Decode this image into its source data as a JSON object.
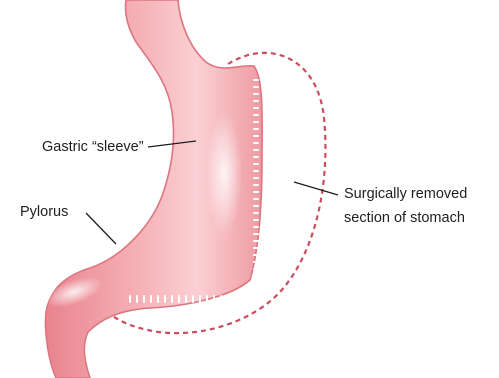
{
  "labels": {
    "sleeve": "Gastric “sleeve”",
    "pylorus": "Pylorus",
    "removed_line1": "Surgically removed",
    "removed_line2": "section of stomach"
  },
  "colors": {
    "stomach_fill": "#f3a3aa",
    "stomach_edge": "#dc7680",
    "staple_marks": "#ffffff",
    "removed_outline": "#c94e5b",
    "leader_lines": "#1f1f1f"
  }
}
